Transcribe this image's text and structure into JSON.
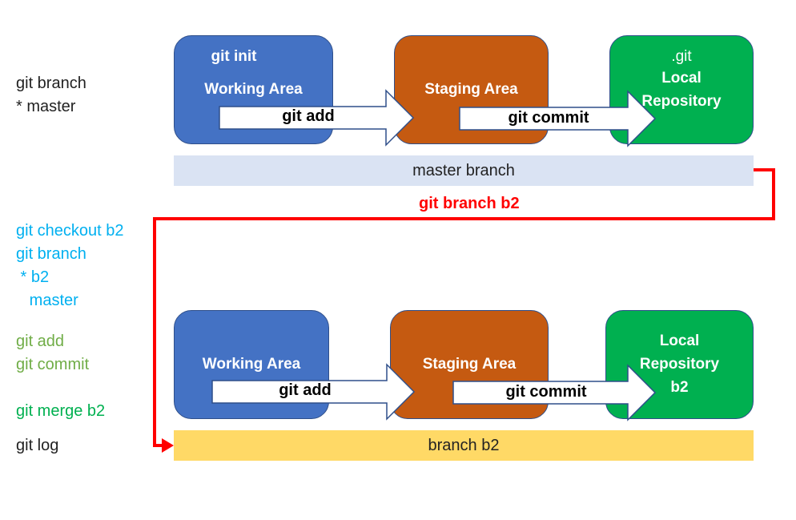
{
  "colors": {
    "working": "#4472c4",
    "staging": "#c55a11",
    "local": "#00b050",
    "master_bar": "#dae3f3",
    "b2_bar": "#ffd966",
    "cmd_blue": "#00b0f0",
    "cmd_green_light": "#70ad47",
    "cmd_green": "#00b050",
    "red": "#ff0000",
    "black": "#222222"
  },
  "sidebar": {
    "group1": [
      "git branch",
      "* master"
    ],
    "group2": [
      "git checkout b2",
      "git branch",
      " * b2",
      "   master"
    ],
    "group3": [
      "git add",
      "git commit"
    ],
    "merge": "git merge b2",
    "log": "git log"
  },
  "top": {
    "working_area": [
      "git init",
      "Working Area"
    ],
    "staging_area": "Staging Area",
    "local_repo": [
      ".git",
      "Local",
      "Repository"
    ],
    "arrow_add": "git add",
    "arrow_commit": "git commit",
    "bar": "master branch"
  },
  "connector_label": "git branch b2",
  "bottom": {
    "working_area": "Working Area",
    "staging_area": "Staging Area",
    "local_repo": [
      "Local",
      "Repository",
      "b2"
    ],
    "arrow_add": "git add",
    "arrow_commit": "git commit",
    "bar": "branch b2"
  }
}
